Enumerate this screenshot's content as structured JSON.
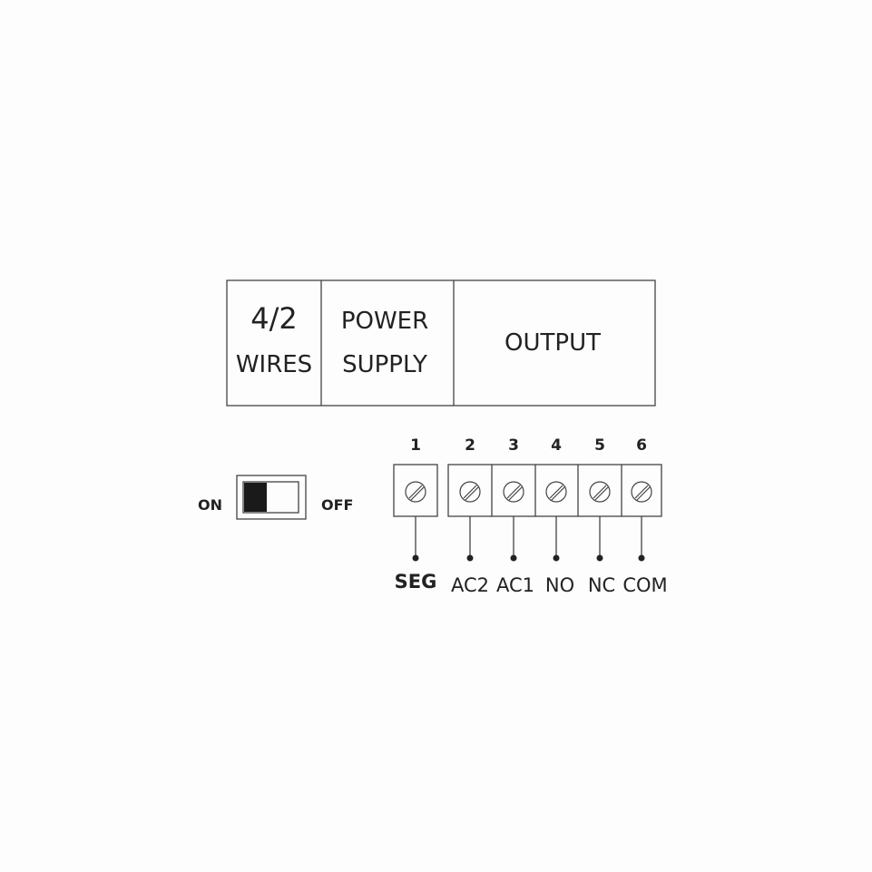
{
  "header": {
    "cell1_line1": "4/2",
    "cell1_line2": "WIRES",
    "cell2_line1": "POWER",
    "cell2_line2": "SUPPLY",
    "cell3": "OUTPUT"
  },
  "switch": {
    "on_label": "ON",
    "off_label": "OFF",
    "position": "on"
  },
  "terminals": [
    {
      "number": "1",
      "label": "SEG"
    },
    {
      "number": "2",
      "label": "AC2"
    },
    {
      "number": "3",
      "label": "AC1"
    },
    {
      "number": "4",
      "label": "NO"
    },
    {
      "number": "5",
      "label": "NC"
    },
    {
      "number": "6",
      "label": "COM"
    }
  ],
  "icons": {
    "screw": "screw-icon",
    "wire_end": "wire-end-dot-icon"
  },
  "colors": {
    "line": "#444444",
    "text": "#222222",
    "switch_fill": "#1a1a1a"
  }
}
